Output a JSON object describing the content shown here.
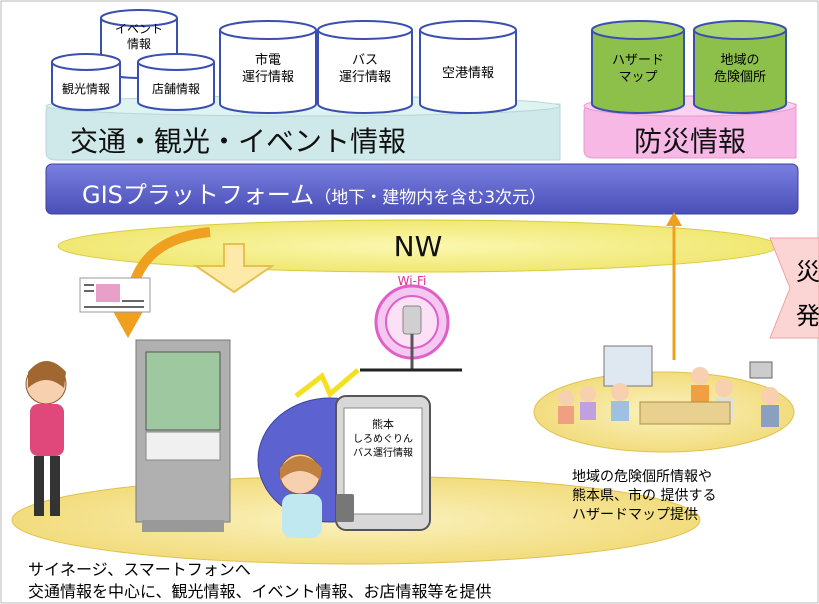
{
  "databases": {
    "event": "イベント\n情報",
    "tourism": "観光情報",
    "shops": "店舗情報",
    "tram": "市電\n運行情報",
    "bus": "バス\n運行情報",
    "airport": "空港情報",
    "hazard_map": "ハザード\nマップ",
    "danger_spots": "地域の\n危険個所"
  },
  "tiers": {
    "traffic_info": "交通・観光・イベント情報",
    "disaster_info": "防災情報"
  },
  "platform": {
    "name": "GISプラットフォーム",
    "sub": "（地下・建物内を含む3次元）"
  },
  "network": {
    "label": "NW",
    "wifi": "Wi-Fi",
    "side_tag_line1": "災",
    "side_tag_line2": "発"
  },
  "phone": {
    "line1": "熊本",
    "line2": "しろめぐりん",
    "line3": "バス運行情報"
  },
  "captions": {
    "right_1": "地域の危険個所情報や",
    "right_2": "熊本県、市の 提供する",
    "right_3": "ハザードマップ提供",
    "bottom_1": "サイネージ、スマートフォンへ",
    "bottom_2": "交通情報を中心に、観光情報、イベント情報、お店情報等を提供"
  },
  "colors": {
    "traffic_band": "#cdeaea",
    "disaster_band": "#f7b6e6",
    "platform": "#5a5fc8",
    "network": "#f4f08a",
    "db_white": "#ffffff",
    "db_green": "#8cc04b",
    "arrow_orange": "#f0a020",
    "arrow_yellow": "#f8d870",
    "ground": "#f6e89c"
  }
}
